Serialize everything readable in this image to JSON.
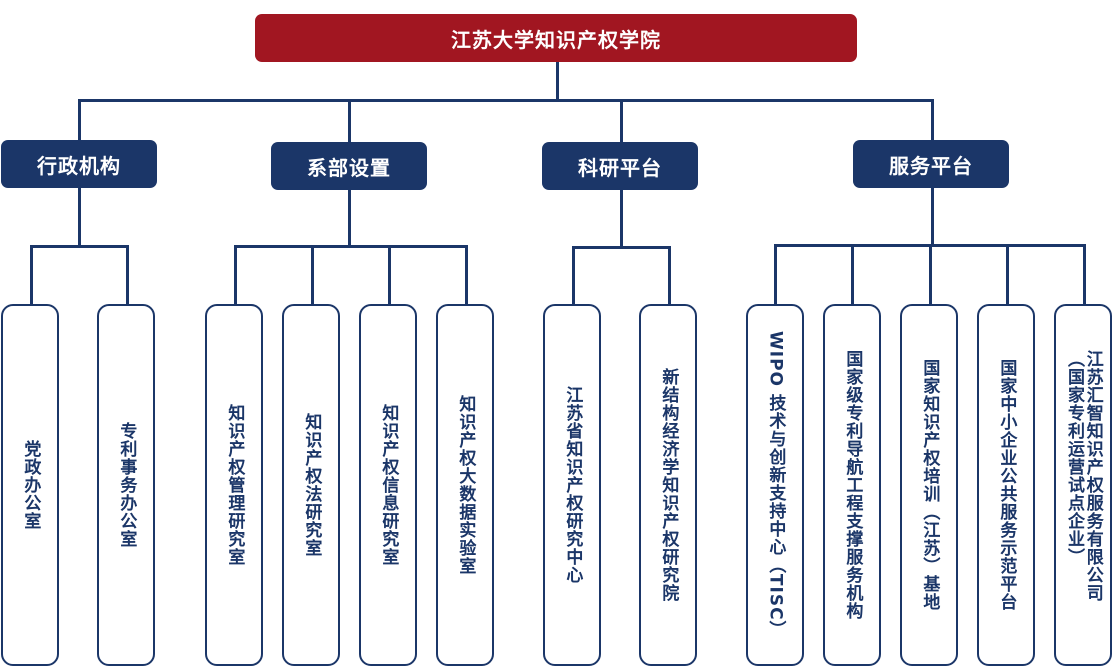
{
  "colors": {
    "root": "#A11621",
    "navy": "#1B3668"
  },
  "root": {
    "label": "江苏大学知识产权学院"
  },
  "groups": [
    {
      "label": "行政机构",
      "children": [
        "党政办公室",
        "专利事务办公室"
      ]
    },
    {
      "label": "系部设置",
      "children": [
        "知识产权管理研究室",
        "知识产权法研究室",
        "知识产权信息研究室",
        "知识产权大数据实验室"
      ]
    },
    {
      "label": "科研平台",
      "children": [
        "江苏省知识产权研究中心",
        "新结构经济学知识产权研究院"
      ]
    },
    {
      "label": "服务平台",
      "children": [
        "WIPO 技术与创新支持中心（TISC）",
        "国家级专利导航工程支撑服务机构",
        "国家知识产权培训（江苏）基地",
        "国家中小企业公共服务示范平台",
        "江苏汇智知识产权服务有限公司（国家专利运营试点企业）"
      ]
    }
  ]
}
